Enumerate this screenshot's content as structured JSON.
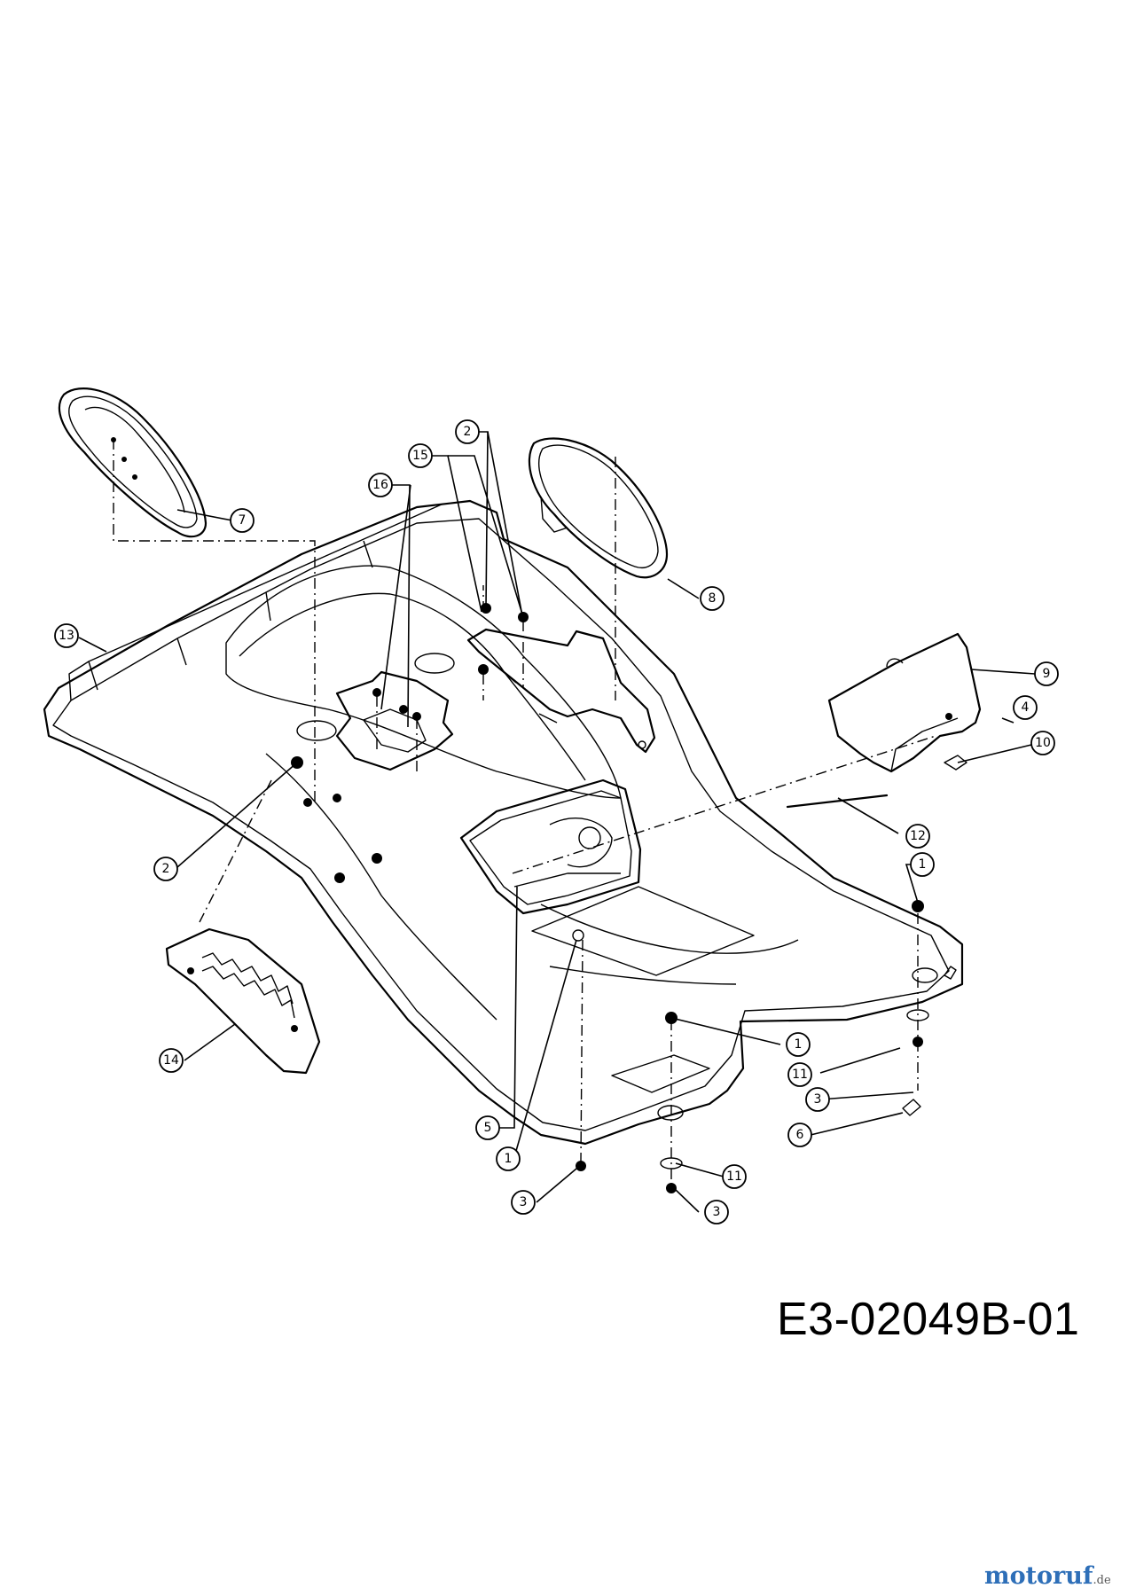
{
  "diagram_code": "E3-02049B-01",
  "watermark": {
    "text": "motoruf",
    "suffix": ".de"
  },
  "callouts": [
    {
      "id": "c7",
      "label": "7"
    },
    {
      "id": "c8",
      "label": "8"
    },
    {
      "id": "c13",
      "label": "13"
    },
    {
      "id": "c16",
      "label": "16"
    },
    {
      "id": "c15",
      "label": "15"
    },
    {
      "id": "c2a",
      "label": "2"
    },
    {
      "id": "c9",
      "label": "9"
    },
    {
      "id": "c4",
      "label": "4"
    },
    {
      "id": "c10",
      "label": "10"
    },
    {
      "id": "c12",
      "label": "12"
    },
    {
      "id": "c1a",
      "label": "1"
    },
    {
      "id": "c2b",
      "label": "2"
    },
    {
      "id": "c14",
      "label": "14"
    },
    {
      "id": "c1b",
      "label": "1"
    },
    {
      "id": "c11a",
      "label": "11"
    },
    {
      "id": "c3a",
      "label": "3"
    },
    {
      "id": "c6",
      "label": "6"
    },
    {
      "id": "c5",
      "label": "5"
    },
    {
      "id": "c1c",
      "label": "1"
    },
    {
      "id": "c3b",
      "label": "3"
    },
    {
      "id": "c11b",
      "label": "11"
    },
    {
      "id": "c3c",
      "label": "3"
    }
  ]
}
